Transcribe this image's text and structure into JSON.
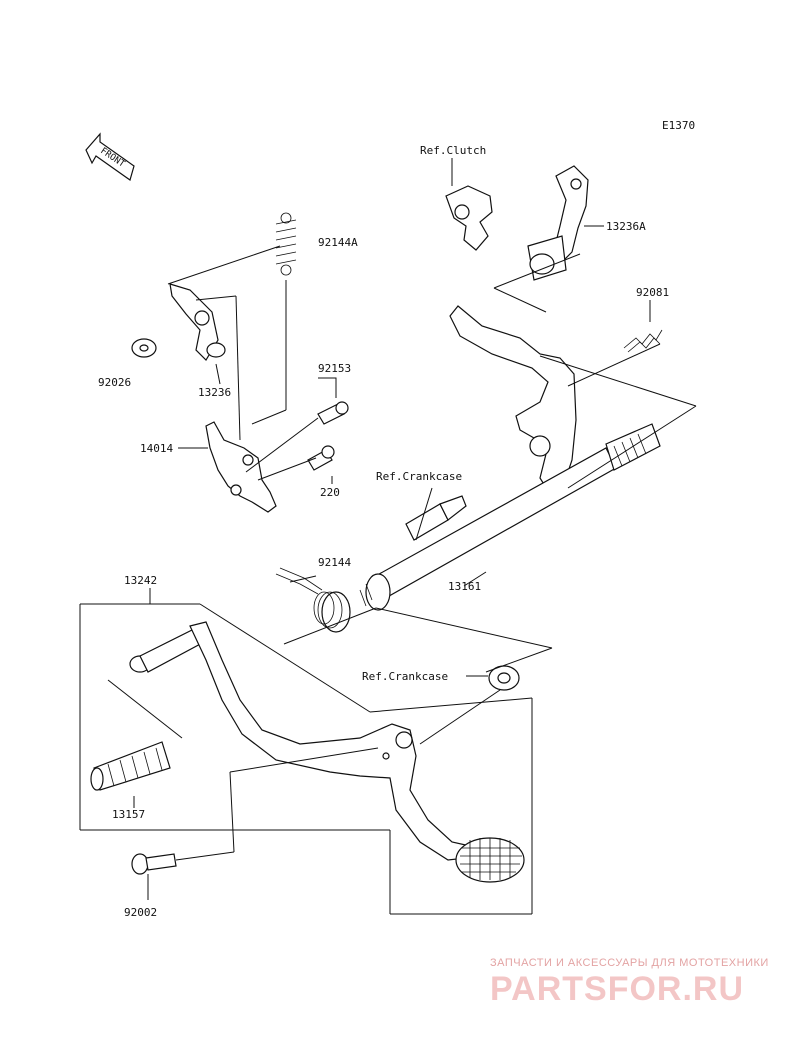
{
  "diagram_code": "E1370",
  "front_arrow": {
    "text": "FRONT",
    "icon": "front-arrow-icon"
  },
  "labels": {
    "ref_clutch": "Ref.Clutch",
    "p13236A": "13236A",
    "p92144A": "92144A",
    "p92081": "92081",
    "p92026": "92026",
    "p13236": "13236",
    "p92153": "92153",
    "p14014": "14014",
    "p220": "220",
    "ref_crankcase_1": "Ref.Crankcase",
    "p92144": "92144",
    "p13161": "13161",
    "p13242": "13242",
    "ref_crankcase_2": "Ref.Crankcase",
    "p13157": "13157",
    "p92002": "92002"
  },
  "watermark": {
    "tagline": "ЗАПЧАСТИ И АКСЕССУАРЫ ДЛЯ МОТОТЕХНИКИ",
    "brand": "PARTSFOR.RU",
    "color": "#e06060"
  }
}
